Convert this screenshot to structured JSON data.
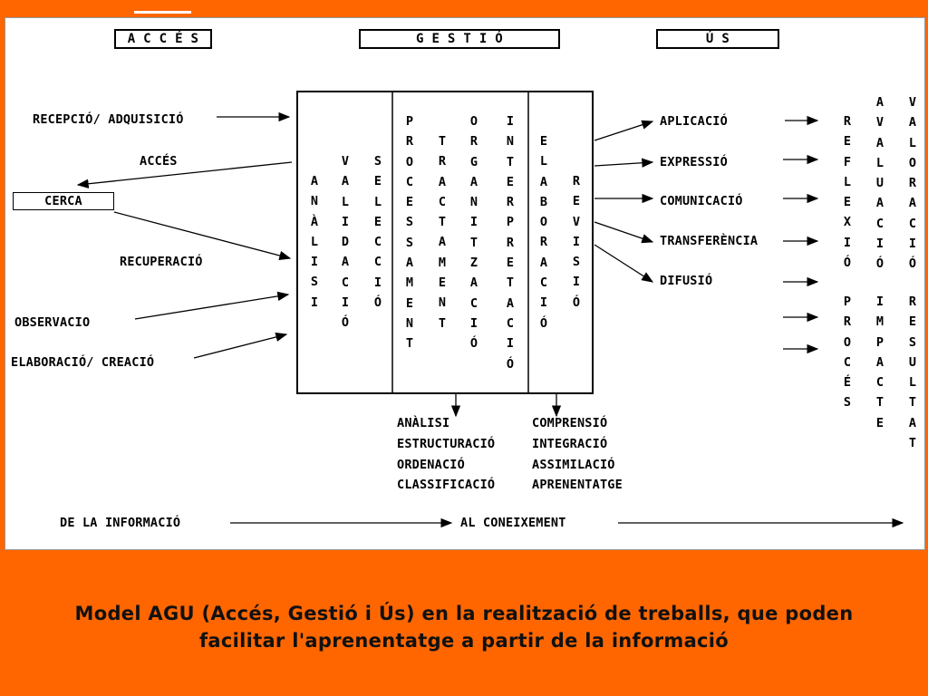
{
  "headers": {
    "acces": "A C C É S",
    "gestio": "G E S T I Ó",
    "us": "Ú S"
  },
  "inputs": {
    "recepcio": "RECEPCIÓ/ ADQUISICIÓ",
    "acces": "ACCÉS",
    "cerca": "CERCA",
    "recuperacio": "RECUPERACIÓ",
    "observacio": "OBSERVACIO",
    "elaboracio": "ELABORACIÓ/ CREACIÓ"
  },
  "columns": {
    "analisi": "ANÀLISI",
    "validacio": "VALIDACIÓ",
    "seleccio": "SELECCIÓ",
    "processament": "PROCESSAMENT",
    "tractament": "TRACTAMENT",
    "organitzacio": "ORGANITZACIÓ",
    "interpretacio": "INTERPRETACIÓ",
    "elaboracio": "ELABORACIÓ",
    "revisio": "REVISIÓ"
  },
  "outputs": {
    "aplicacio": "APLICACIÓ",
    "expressio": "EXPRESSIÓ",
    "comunicacio": "COMUNICACIÓ",
    "transferencia": "TRANSFERÈNCIA",
    "difusio": "DIFUSIÓ"
  },
  "right_cols": {
    "reflexio": "REFLEXIÓ",
    "proces": "PROCÉS",
    "avaluacio": "AVALUACIÓ",
    "impacte": "IMPACTE",
    "valoracio": "VALORACIÓ",
    "resultat": "RESULTAT"
  },
  "below_left": [
    "ANÀLISI",
    "ESTRUCTURACIÓ",
    "ORDENACIÓ",
    "CLASSIFICACIÓ"
  ],
  "below_right": [
    "COMPRENSIÓ",
    "INTEGRACIÓ",
    "ASSIMILACIÓ",
    "APRENENTATGE"
  ],
  "bottom": {
    "informacio": "DE  LA  INFORMACIÓ",
    "coneixement": "AL CONEIXEMENT"
  },
  "caption": {
    "line1": "Model AGU (Accés, Gestió i Ús) en la realització de treballs, que poden",
    "line2": "facilitar l'aprenentatge a partir de la informació"
  }
}
